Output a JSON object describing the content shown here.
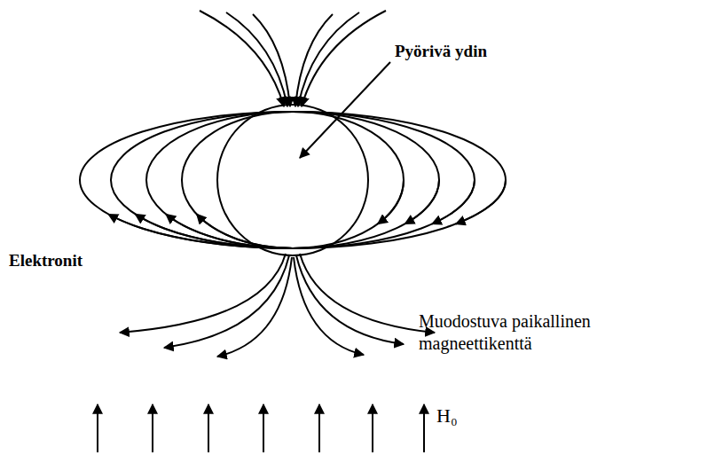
{
  "diagram": {
    "labels": [
      "Pyörivä ydin",
      "Elektronit",
      "Muodostuva paikallinen magneettikenttä",
      "H₀"
    ]
  }
}
